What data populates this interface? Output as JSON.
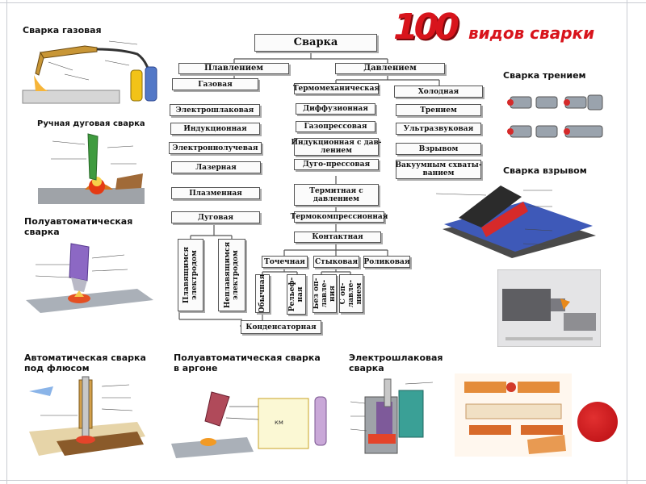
{
  "logo": {
    "number": "100",
    "text": "видов сварки"
  },
  "labels": {
    "gas": "Сварка газовая",
    "arc": "Ручная дуговая сварка",
    "semi_auto": "Полуавтоматическая\nсварка",
    "submerged": "Автоматическая сварка\nпод флюсом",
    "argon": "Полуавтоматическая сварка\nв аргоне",
    "electroslag": "Электрошлаковая\nсварка",
    "friction": "Сварка трением",
    "explosion": "Сварка взрывом"
  },
  "diagram": {
    "root": "Сварка",
    "melting": "Плавлением",
    "pressure": "Давлением",
    "melting_items": [
      "Газовая",
      "Электрошлаковая",
      "Индукционная",
      "Электроннолучевая",
      "Лазерная",
      "Плазменная",
      "Дуговая"
    ],
    "electrodes": [
      "Плавящимся\nэлектродом",
      "Неплавящимся\nэлектродом"
    ],
    "thermo": "Термомеханическая",
    "thermo_items": [
      "Диффузионная",
      "Газопрессовая",
      "Индукционная с дав-\nлением",
      "Дуго-прессовая"
    ],
    "cold": "Холодная",
    "cold_items": [
      "Трением",
      "Ультразвуковая",
      "Взрывом",
      "Вакуумным схваты-\nванием"
    ],
    "termit": "Термитная с\nдавлением",
    "thermocompress": "Термокомпрессионная",
    "contact": "Контактная",
    "contact_items": [
      "Точечная",
      "Стыковая",
      "Роликовая"
    ],
    "point_sub": [
      "Обычная",
      "Рельеф-\nная"
    ],
    "butt_sub": [
      "Без оп-\nлавле-\nния",
      "С оп-\nлавле-\nнием"
    ],
    "condenser": "Конденсаторная"
  },
  "colors": {
    "accent": "#d8141c",
    "box_border": "#555555"
  }
}
